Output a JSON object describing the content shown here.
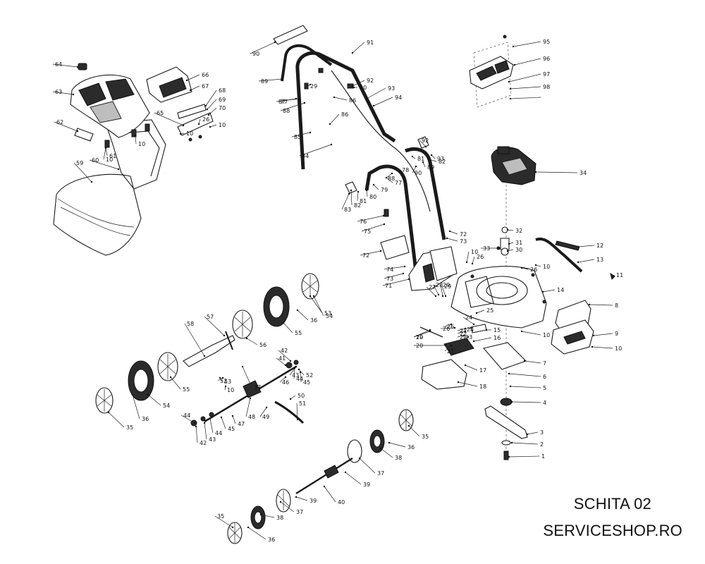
{
  "diagram": {
    "type": "exploded parts diagram",
    "part_numbers": [
      "1",
      "2",
      "3",
      "4",
      "5",
      "6",
      "7",
      "8",
      "9",
      "10",
      "11",
      "12",
      "13",
      "14",
      "15",
      "16",
      "17",
      "18",
      "19",
      "20",
      "21",
      "22",
      "23",
      "24",
      "25",
      "26",
      "27",
      "28",
      "29",
      "30",
      "31",
      "32",
      "33",
      "34",
      "35",
      "36",
      "37",
      "38",
      "39",
      "40",
      "41",
      "42",
      "43",
      "44",
      "45",
      "46",
      "47",
      "48",
      "49",
      "50",
      "51",
      "52",
      "53",
      "54",
      "55",
      "56",
      "57",
      "58",
      "59",
      "60",
      "61",
      "62",
      "63",
      "64",
      "65",
      "66",
      "67",
      "68",
      "69",
      "70",
      "71",
      "72",
      "73",
      "74",
      "75",
      "76",
      "77",
      "78",
      "79",
      "80",
      "81",
      "82",
      "83",
      "84",
      "85",
      "86",
      "87",
      "88",
      "89",
      "90",
      "91",
      "92",
      "93",
      "94",
      "95",
      "96",
      "97",
      "98"
    ]
  },
  "captions": {
    "line1": "SCHITA 02",
    "line2": "SERVICESHOP.RO"
  }
}
